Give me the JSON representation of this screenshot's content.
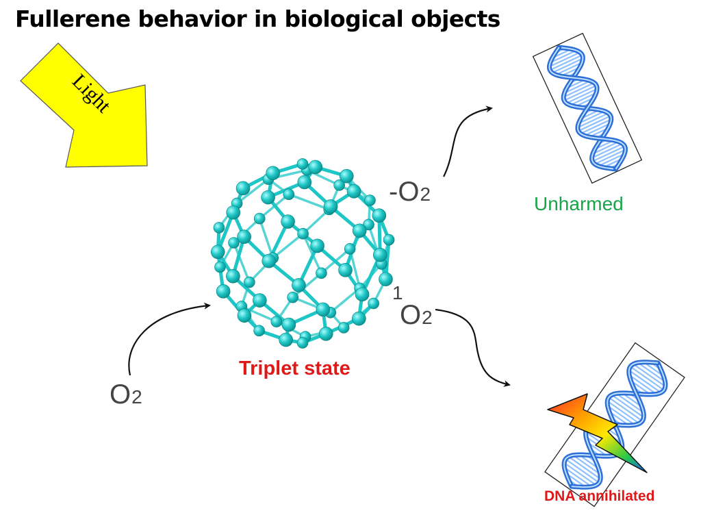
{
  "slide": {
    "title": "Fullerene behavior in biological objects",
    "light_label": "Light",
    "o2_input": {
      "main": "O",
      "sub": "2"
    },
    "o2_triplet": {
      "prefix": "-",
      "main": "O",
      "sub": "2"
    },
    "o2_singlet": {
      "superscript": "1",
      "main": "O",
      "sub": "2"
    },
    "unharmed_label": "Unharmed",
    "triplet_label": "Triplet state",
    "dna_annihilated_label": "DNA annihilated"
  },
  "colors": {
    "light_arrow": "#ffff00",
    "fullerene": "#1fc6c6",
    "unharmed": "#1aa34a",
    "triplet": "#e01818",
    "dna_annihilated": "#e01818",
    "dna": "#2d6fd6"
  },
  "icons": {
    "light_arrow": "arrow-down-right-icon",
    "fullerene": "c60-molecule-icon",
    "dna": "dna-helix-icon",
    "lightning": "lightning-bolt-icon"
  }
}
